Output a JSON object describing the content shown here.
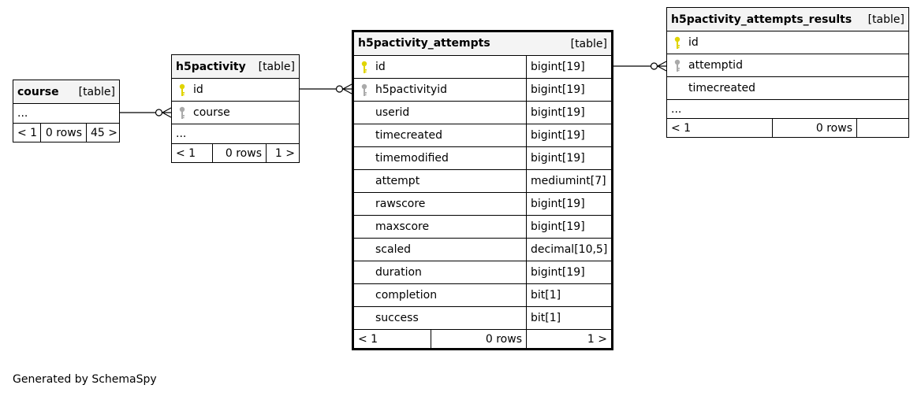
{
  "colors": {
    "primary_key": "#e0d400",
    "foreign_key": "#aaaaaa",
    "header_bg": "#f4f4f4",
    "line": "#000000"
  },
  "tables": {
    "course": {
      "name": "course",
      "type_tag": "[table]",
      "ellipsis": "...",
      "footer": {
        "parents": "< 1",
        "rows": "0 rows",
        "children": "45 >"
      }
    },
    "h5pactivity": {
      "name": "h5pactivity",
      "type_tag": "[table]",
      "columns": [
        {
          "name": "id",
          "key": "primary-key"
        },
        {
          "name": "course",
          "key": "foreign-key"
        }
      ],
      "ellipsis": "...",
      "footer": {
        "parents": "< 1",
        "rows": "0 rows",
        "children": "1 >"
      }
    },
    "h5pactivity_attempts": {
      "name": "h5pactivity_attempts",
      "type_tag": "[table]",
      "columns": [
        {
          "name": "id",
          "type": "bigint[19]",
          "key": "primary-key"
        },
        {
          "name": "h5pactivityid",
          "type": "bigint[19]",
          "key": "foreign-key"
        },
        {
          "name": "userid",
          "type": "bigint[19]",
          "key": ""
        },
        {
          "name": "timecreated",
          "type": "bigint[19]",
          "key": ""
        },
        {
          "name": "timemodified",
          "type": "bigint[19]",
          "key": ""
        },
        {
          "name": "attempt",
          "type": "mediumint[7]",
          "key": ""
        },
        {
          "name": "rawscore",
          "type": "bigint[19]",
          "key": ""
        },
        {
          "name": "maxscore",
          "type": "bigint[19]",
          "key": ""
        },
        {
          "name": "scaled",
          "type": "decimal[10,5]",
          "key": ""
        },
        {
          "name": "duration",
          "type": "bigint[19]",
          "key": ""
        },
        {
          "name": "completion",
          "type": "bit[1]",
          "key": ""
        },
        {
          "name": "success",
          "type": "bit[1]",
          "key": ""
        }
      ],
      "footer": {
        "parents": "< 1",
        "rows": "0 rows",
        "children": "1 >"
      }
    },
    "h5pactivity_attempts_results": {
      "name": "h5pactivity_attempts_results",
      "type_tag": "[table]",
      "columns": [
        {
          "name": "id",
          "key": "primary-key"
        },
        {
          "name": "attemptid",
          "key": "foreign-key"
        },
        {
          "name": "timecreated",
          "key": ""
        }
      ],
      "ellipsis": "...",
      "footer": {
        "parents": "< 1",
        "rows": "0 rows",
        "children": ""
      }
    }
  },
  "generated_by": "Generated by SchemaSpy"
}
